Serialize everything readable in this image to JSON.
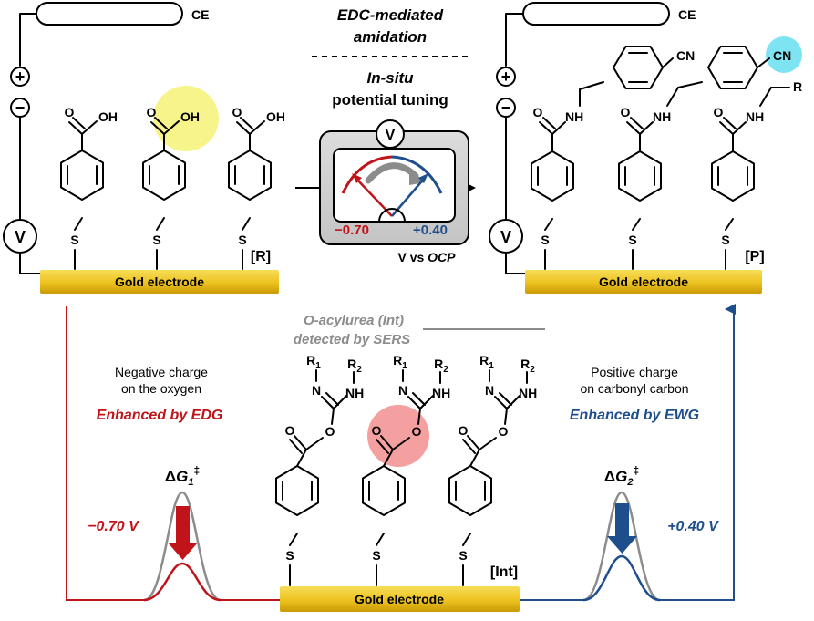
{
  "scheme": {
    "top_center": {
      "title_line1": "EDC-mediated",
      "title_line2": "amidation",
      "tuning_line1": "In-situ",
      "tuning_line2": "potential tuning",
      "meter_symbol": "V",
      "negative_potential": "−0.70",
      "positive_potential": "+0.40",
      "reference_prefix": "V vs ",
      "reference_name": "OCP"
    },
    "left_panel": {
      "counter_electrode": "CE",
      "plus_sign": "+",
      "minus_sign": "−",
      "source_symbol": "V",
      "atom_oxygen": "O",
      "atom_hydroxyl": "OH",
      "atom_sulfur": "S",
      "electrode_label": "Gold electrode",
      "state_label": "[R]"
    },
    "right_panel": {
      "counter_electrode": "CE",
      "plus_sign": "+",
      "minus_sign": "−",
      "source_symbol": "V",
      "atom_oxygen": "O",
      "atom_nh": "NH",
      "atom_cn": "CN",
      "atom_r": "R",
      "atom_sulfur": "S",
      "electrode_label": "Gold electrode",
      "state_label": "[P]"
    },
    "intermediate": {
      "title_line1": "O-acylurea (Int)",
      "title_line2": "detected by SERS",
      "atom_r": "R",
      "sub_1": "1",
      "sub_2": "2",
      "atom_n": "N",
      "atom_nh": "NH",
      "atom_oxygen": "O",
      "atom_sulfur": "S",
      "electrode_label": "Gold electrode",
      "state_label": "[Int]"
    },
    "left_energy": {
      "desc_line1": "Negative charge",
      "desc_line2": "on the oxygen",
      "effect": "Enhanced by EDG",
      "delta": "Δ",
      "g": "G",
      "sub": "1",
      "dagger": "‡",
      "potential": "−0.70 V"
    },
    "right_energy": {
      "desc_line1": "Positive charge",
      "desc_line2": "on carbonyl carbon",
      "effect": "Enhanced by EWG",
      "delta": "Δ",
      "g": "G",
      "sub": "2",
      "dagger": "‡",
      "potential": "+0.40 V"
    },
    "colors": {
      "red": "#c0141a",
      "blue": "#1f4e8c",
      "gold_light": "#f3d03c",
      "gold_dark": "#c99a06",
      "gray": "#8c8c8c",
      "yellow_highlight": "#f7f48c",
      "pink_highlight": "#f4a0a0",
      "cyan_highlight": "#7fe4f2"
    }
  }
}
